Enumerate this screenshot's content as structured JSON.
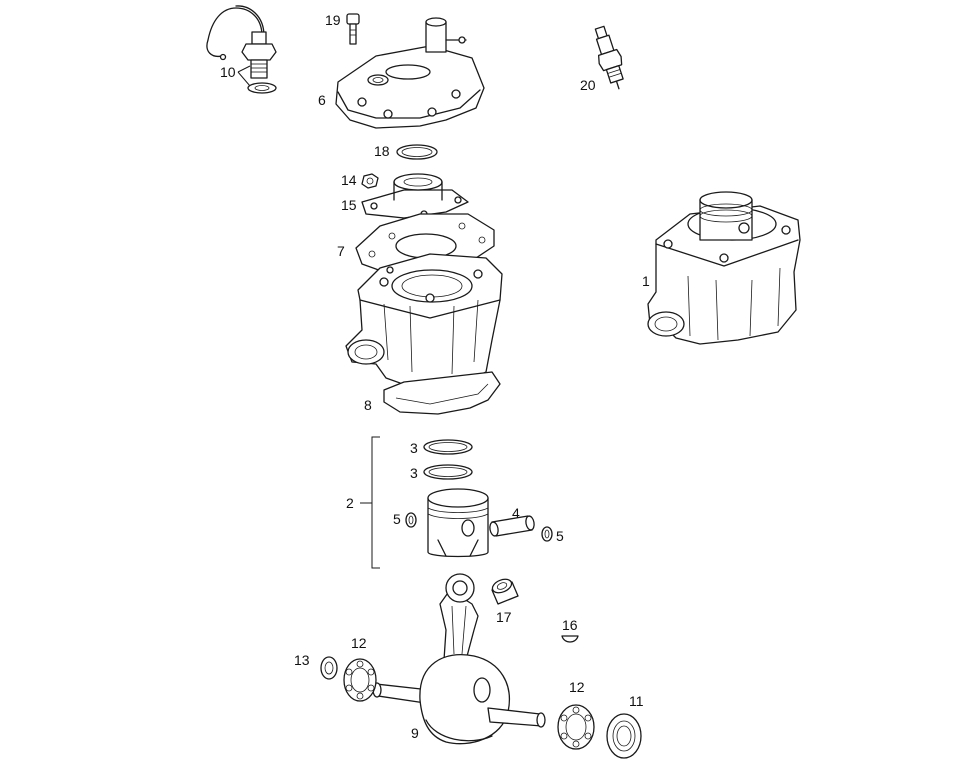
{
  "callouts": {
    "p1": "1",
    "p2": "2",
    "p3a": "3",
    "p3b": "3",
    "p4": "4",
    "p5a": "5",
    "p5b": "5",
    "p6": "6",
    "p7": "7",
    "p8": "8",
    "p9": "9",
    "p10": "10",
    "p11": "11",
    "p12a": "12",
    "p12b": "12",
    "p13": "13",
    "p14": "14",
    "p15": "15",
    "p16": "16",
    "p17": "17",
    "p18": "18",
    "p19": "19",
    "p20": "20"
  }
}
